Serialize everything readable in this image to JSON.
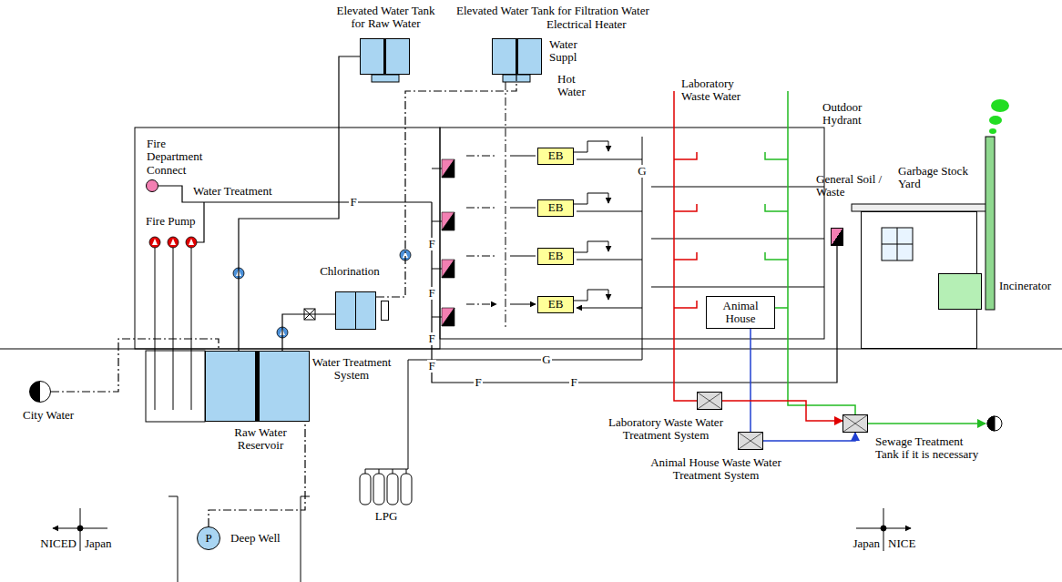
{
  "diagram": {
    "nodes": [
      {
        "text": [
          "Elevated Water Tank for Raw Water"
        ]
      },
      {
        "text": [
          "Elevated Water Tank for Filtration Water"
        ]
      },
      {
        "text": [
          "EB"
        ]
      },
      {
        "text": [
          "EB"
        ]
      },
      {
        "text": [
          "EB"
        ]
      },
      {
        "text": [
          "EB"
        ]
      },
      {
        "text": [
          "Animal House"
        ]
      },
      {
        "text": [
          "Raw Water Reservoir"
        ]
      },
      {
        "text": [
          "Water Treatment System"
        ]
      },
      {
        "text": [
          "Chlorination"
        ]
      },
      {
        "text": [
          "P",
          "Deep Well"
        ]
      },
      {
        "text": [
          "City Water"
        ]
      },
      {
        "text": [
          "LPG"
        ]
      },
      {
        "text": [
          "Laboratory Waste Water Treatment System"
        ]
      },
      {
        "text": [
          "Animal House Waste Water Treatment System"
        ]
      },
      {
        "text": [
          "Sewage Treatment Tank if it is necessary"
        ]
      },
      {
        "text": [
          "Garbage Stock Yard"
        ]
      },
      {
        "text": [
          "Incinerator"
        ]
      },
      {
        "text": [
          "Outdoor Hydrant"
        ]
      },
      {
        "text": [
          "Fire Department Connect"
        ]
      },
      {
        "text": [
          "Fire Pump"
        ]
      }
    ],
    "edges": [
      {
        "from": 11,
        "to": 7,
        "arrow": "none"
      },
      {
        "from": 10,
        "to": 7,
        "arrow": "none"
      },
      {
        "from": 7,
        "to": 8,
        "arrow": "none"
      },
      {
        "from": 8,
        "to": 1,
        "arrow": "none"
      },
      {
        "from": 7,
        "to": 0,
        "arrow": "none"
      },
      {
        "from": 6,
        "to": 14,
        "arrow": "none"
      },
      {
        "from": 13,
        "to": 15,
        "arrow": "to"
      },
      {
        "from": 14,
        "to": 15,
        "arrow": "to"
      }
    ],
    "labels": [
      "Electrical Heater",
      "Water Suppl",
      "Hot Water",
      "Water Treatment",
      "F",
      "F",
      "F",
      "F",
      "F",
      "F",
      "F",
      "G",
      "G",
      "Laboratory Waste Water",
      "General Soil / Waste",
      "NICED",
      "Japan",
      "Japan",
      "NICE"
    ]
  }
}
